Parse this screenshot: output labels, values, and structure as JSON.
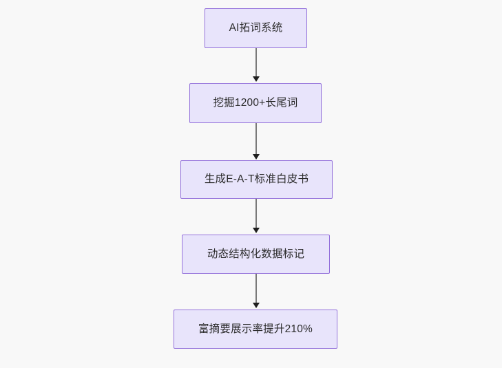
{
  "diagram": {
    "type": "flowchart",
    "direction": "top-to-bottom",
    "background_color": "#f8f8f8",
    "node_fill_color": "#e8e4fb",
    "node_border_color": "#9370db",
    "node_text_color": "#2b2b2b",
    "edge_line_color": "#7a7a7a",
    "edge_arrow_color": "#1f1f1f",
    "nodes": [
      {
        "id": "n1",
        "label": "AI拓词系统"
      },
      {
        "id": "n2",
        "label": "挖掘1200+长尾词"
      },
      {
        "id": "n3",
        "label": "生成E-A-T标准白皮书"
      },
      {
        "id": "n4",
        "label": "动态结构化数据标记"
      },
      {
        "id": "n5",
        "label": "富摘要展示率提升210%"
      }
    ],
    "edges": [
      {
        "from": "n1",
        "to": "n2"
      },
      {
        "from": "n2",
        "to": "n3"
      },
      {
        "from": "n3",
        "to": "n4"
      },
      {
        "from": "n4",
        "to": "n5"
      }
    ]
  }
}
